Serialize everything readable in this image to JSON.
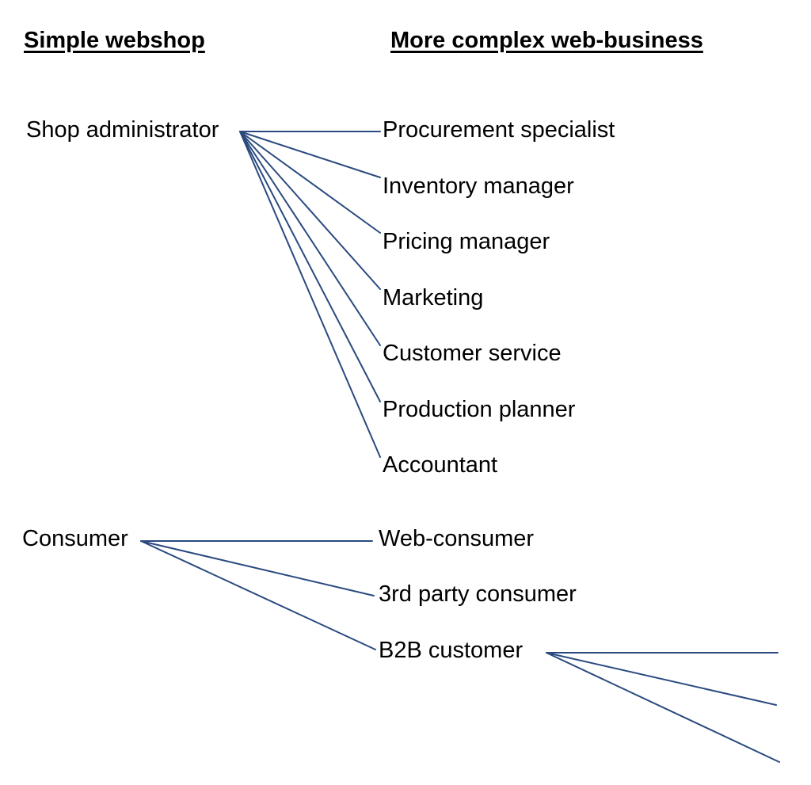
{
  "headings": {
    "left": "Simple webshop",
    "right": "More complex web-business"
  },
  "nodes": {
    "shop_admin": "Shop administrator",
    "procurement": "Procurement specialist",
    "inventory": "Inventory manager",
    "pricing": "Pricing manager",
    "marketing": "Marketing",
    "customer_service": "Customer service",
    "production": "Production planner",
    "accountant": "Accountant",
    "consumer": "Consumer",
    "web_consumer": "Web-consumer",
    "third_party": "3rd party consumer",
    "b2b": "B2B customer"
  },
  "edges": [
    [
      "shop_admin",
      "procurement"
    ],
    [
      "shop_admin",
      "inventory"
    ],
    [
      "shop_admin",
      "pricing"
    ],
    [
      "shop_admin",
      "marketing"
    ],
    [
      "shop_admin",
      "customer_service"
    ],
    [
      "shop_admin",
      "production"
    ],
    [
      "shop_admin",
      "accountant"
    ],
    [
      "consumer",
      "web_consumer"
    ],
    [
      "consumer",
      "third_party"
    ],
    [
      "consumer",
      "b2b"
    ],
    [
      "b2b",
      "out-1"
    ],
    [
      "b2b",
      "out-2"
    ],
    [
      "b2b",
      "out-3"
    ]
  ],
  "colors": {
    "line": "#2a4a7f",
    "text": "#000000"
  }
}
